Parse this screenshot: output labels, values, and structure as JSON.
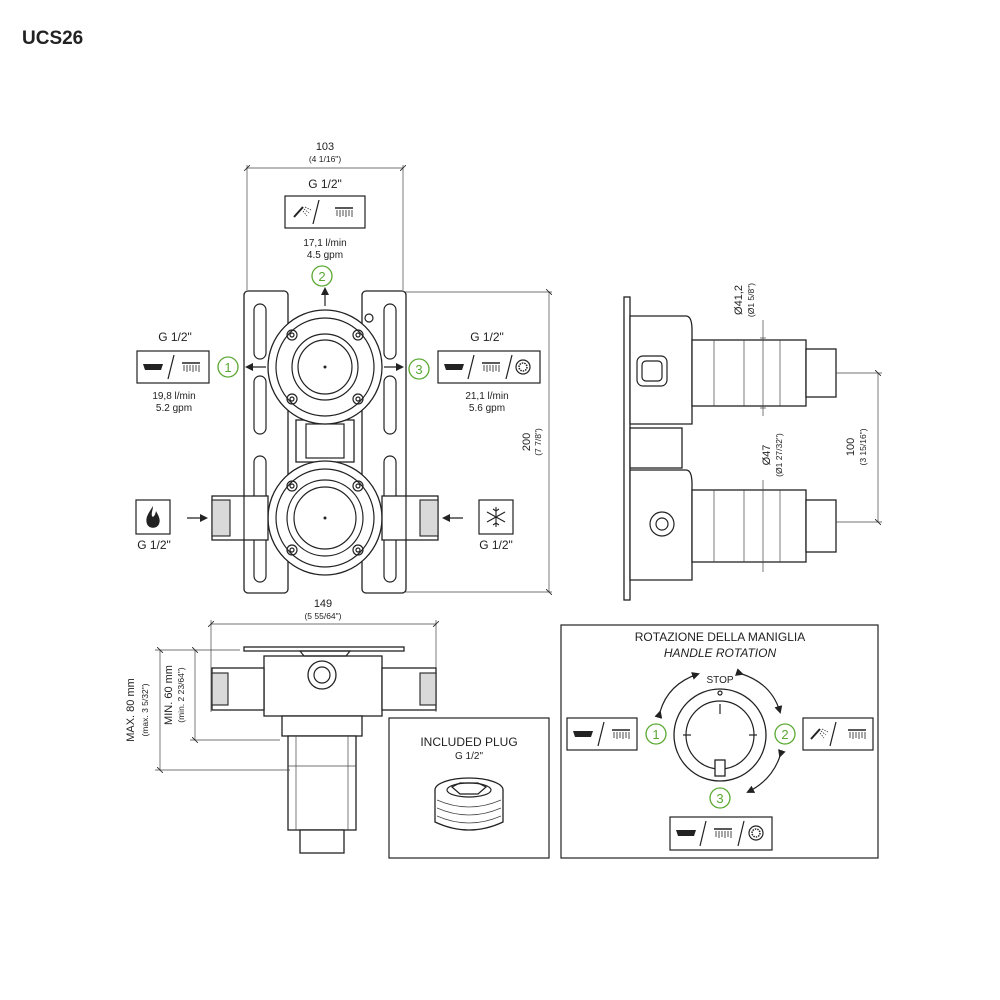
{
  "title": "UCS26",
  "front_view": {
    "width_mm": "103",
    "width_in": "(4 1/16\")",
    "height_mm": "200",
    "height_in": "(7 7/8\")",
    "outlet_top": {
      "thread": "G 1/2\"",
      "flow_lmin": "17,1 l/min",
      "flow_gpm": "4.5 gpm",
      "number": "2"
    },
    "outlet_left": {
      "thread": "G 1/2\"",
      "flow_lmin": "19,8 l/min",
      "flow_gpm": "5.2 gpm",
      "number": "1"
    },
    "outlet_right": {
      "thread": "G 1/2\"",
      "flow_lmin": "21,1 l/min",
      "flow_gpm": "5.6 gpm",
      "number": "3"
    },
    "inlet_hot": {
      "thread": "G 1/2\"",
      "icon": "flame-icon"
    },
    "inlet_cold": {
      "thread": "G 1/2\"",
      "icon": "snowflake-icon"
    }
  },
  "side_view": {
    "dia_top_mm": "Ø41,2",
    "dia_top_in": "(Ø1 5/8\")",
    "dia_bottom_mm": "Ø47",
    "dia_bottom_in": "(Ø1 27/32\")",
    "spacing_mm": "100",
    "spacing_in": "(3 15/16\")"
  },
  "bottom_view": {
    "width_mm": "149",
    "width_in": "(5 55/64\")",
    "max_depth": "MAX. 80 mm",
    "max_depth_in": "(max. 3 5/32\")",
    "min_depth": "MIN. 60 mm",
    "min_depth_in": "(min. 2 23/64\")"
  },
  "plug_box": {
    "title": "INCLUDED PLUG",
    "thread": "G 1/2\""
  },
  "rotation_box": {
    "title_it": "ROTAZIONE DELLA MANIGLIA",
    "title_en": "HANDLE ROTATION",
    "stop_label": "STOP",
    "pos1": "1",
    "pos2": "2",
    "pos3": "3"
  }
}
